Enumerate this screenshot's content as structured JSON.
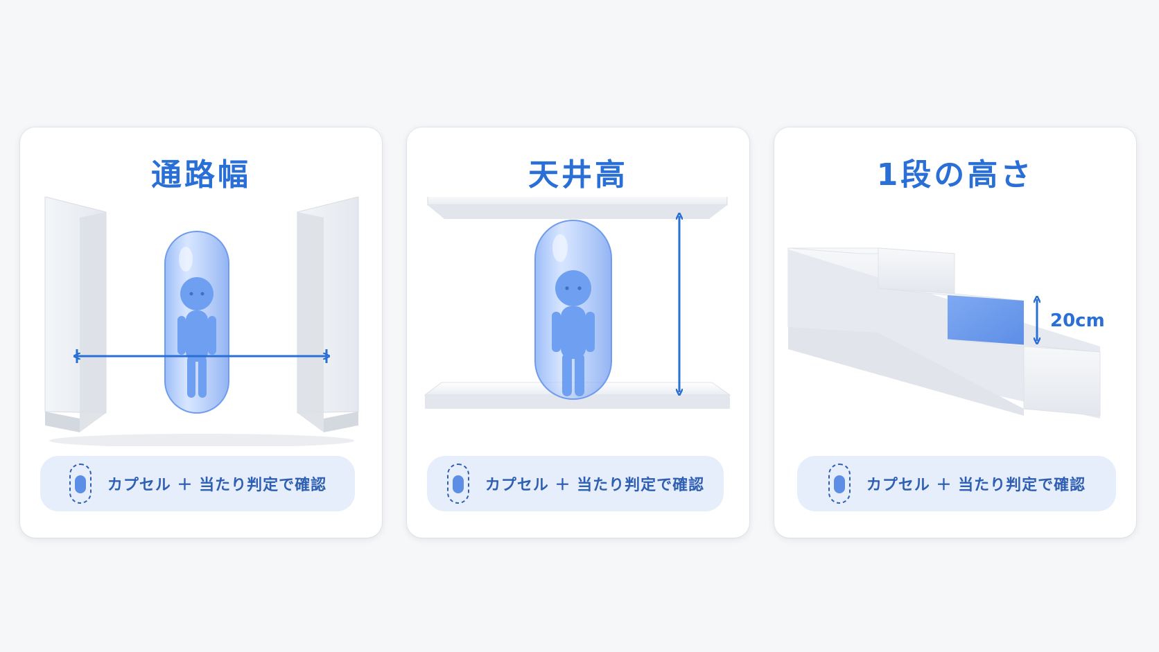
{
  "panels": [
    {
      "title": "通路幅",
      "caption": "カプセル ＋ 当たり判定で確認",
      "icons": [
        "wall-icon",
        "capsule-character-icon",
        "width-arrow-icon"
      ]
    },
    {
      "title": "天井高",
      "caption": "カプセル ＋ 当たり判定で確認",
      "icons": [
        "ceiling-slab-icon",
        "floor-slab-icon",
        "capsule-character-icon",
        "height-arrow-icon"
      ]
    },
    {
      "title": "1段の高さ",
      "caption": "カプセル ＋ 当たり判定で確認",
      "step_height": "20cm",
      "icons": [
        "stairs-icon",
        "step-height-arrow-icon"
      ]
    }
  ],
  "colors": {
    "accent": "#2a6fd6",
    "capsule": "#8fb6ff",
    "figure": "#6f9ff0",
    "pill_bg": "#e6eefb",
    "caption": "#2f5fb3",
    "background": "#f6f7f9"
  }
}
